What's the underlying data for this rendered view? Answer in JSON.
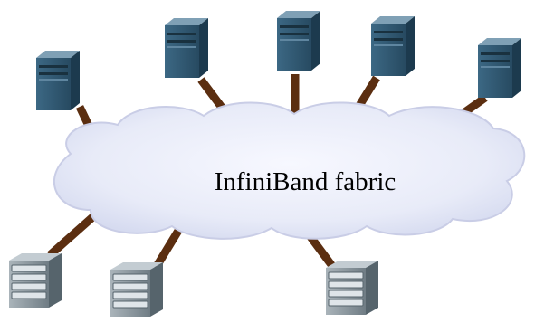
{
  "diagram": {
    "label": "InfiniBand fabric",
    "colors": {
      "link": "#5b2e10",
      "cloud_fill": "#eceef9",
      "cloud_edge": "#c9cde6",
      "server_front": "#2f5670",
      "server_side": "#1d3a4f",
      "server_top": "#6e91a8",
      "storage_body": "#8c98a0",
      "storage_dark": "#4b5860"
    },
    "icons": {
      "server": "server-tower-icon",
      "storage": "storage-array-icon",
      "cloud": "cloud-icon"
    },
    "servers": 5,
    "storage_arrays": 3
  }
}
